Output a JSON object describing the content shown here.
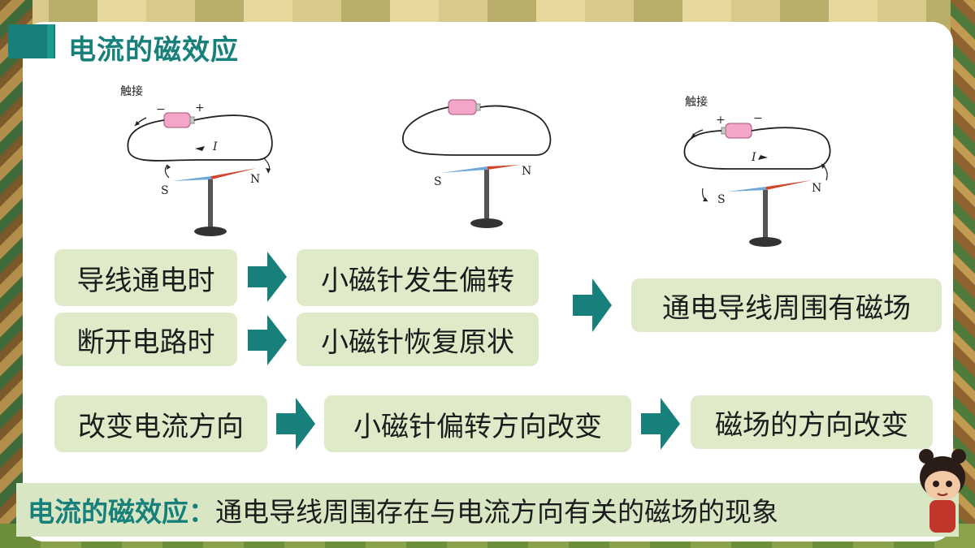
{
  "slide": {
    "title": "电流的磁效应"
  },
  "figures": [
    {
      "touch_label": "触接",
      "minus": "−",
      "plus": "+",
      "current_label": "I",
      "south": "S",
      "north": "N"
    },
    {
      "south": "S",
      "north": "N"
    },
    {
      "touch_label": "触接",
      "minus": "−",
      "plus": "+",
      "current_label": "I",
      "south": "S",
      "north": "N"
    }
  ],
  "flow": {
    "row1_cause": "导线通电时",
    "row1_effect": "小磁针发生偏转",
    "row2_cause": "断开电路时",
    "row2_effect": "小磁针恢复原状",
    "conclusion": "通电导线周围有磁场",
    "row3_cause": "改变电流方向",
    "row3_effect": "小磁针偏转方向改变",
    "row3_conclusion": "磁场的方向改变"
  },
  "summary": {
    "term": "电流的磁效应：",
    "definition": "通电导线周围存在与电流方向有关的磁场的现象"
  },
  "colors": {
    "accent": "#17807a",
    "box_fill": "#dfeac9",
    "arrow": "#17807a",
    "needle_north": "#d2452c",
    "needle_south": "#6ea7d8"
  }
}
